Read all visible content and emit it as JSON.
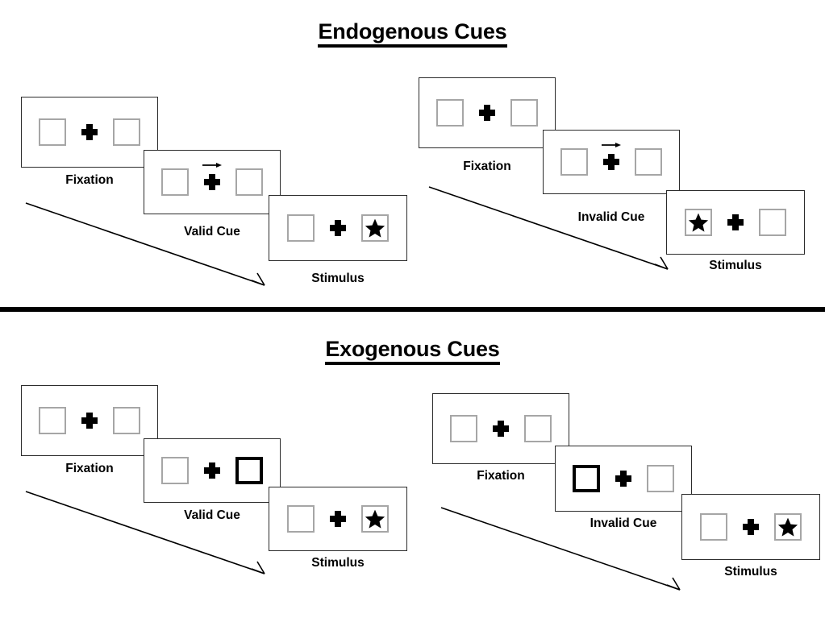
{
  "figure": {
    "title_top": "Endogenous Cues",
    "title_bottom": "Exogenous Cues"
  },
  "sections": [
    {
      "id": "endogenous",
      "title": "Endogenous Cues",
      "sequences": [
        {
          "id": "endogenous-valid",
          "condition": "valid",
          "frames": [
            {
              "caption": "Fixation",
              "left_box": "empty",
              "right_box": "empty",
              "cue": "none",
              "cue_direction": "",
              "target": "none"
            },
            {
              "caption": "Valid Cue",
              "left_box": "empty",
              "right_box": "empty",
              "cue": "arrow",
              "cue_direction": "right",
              "target": "none"
            },
            {
              "caption": "Stimulus",
              "left_box": "empty",
              "right_box": "star",
              "cue": "none",
              "cue_direction": "",
              "target": "right"
            }
          ]
        },
        {
          "id": "endogenous-invalid",
          "condition": "invalid",
          "frames": [
            {
              "caption": "Fixation",
              "left_box": "empty",
              "right_box": "empty",
              "cue": "none",
              "cue_direction": "",
              "target": "none"
            },
            {
              "caption": "Invalid Cue",
              "left_box": "empty",
              "right_box": "empty",
              "cue": "arrow",
              "cue_direction": "right",
              "target": "none"
            },
            {
              "caption": "Stimulus",
              "left_box": "star",
              "right_box": "empty",
              "cue": "none",
              "cue_direction": "",
              "target": "left"
            }
          ]
        }
      ]
    },
    {
      "id": "exogenous",
      "title": "Exogenous Cues",
      "sequences": [
        {
          "id": "exogenous-valid",
          "condition": "valid",
          "frames": [
            {
              "caption": "Fixation",
              "left_box": "empty",
              "right_box": "empty",
              "cue": "none",
              "cue_direction": "",
              "target": "none"
            },
            {
              "caption": "Valid Cue",
              "left_box": "empty",
              "right_box": "highlight",
              "cue": "box",
              "cue_direction": "right",
              "target": "none"
            },
            {
              "caption": "Stimulus",
              "left_box": "empty",
              "right_box": "star",
              "cue": "none",
              "cue_direction": "",
              "target": "right"
            }
          ]
        },
        {
          "id": "exogenous-invalid",
          "condition": "invalid",
          "frames": [
            {
              "caption": "Fixation",
              "left_box": "empty",
              "right_box": "empty",
              "cue": "none",
              "cue_direction": "",
              "target": "none"
            },
            {
              "caption": "Invalid Cue",
              "left_box": "highlight",
              "right_box": "empty",
              "cue": "box",
              "cue_direction": "left",
              "target": "none"
            },
            {
              "caption": "Stimulus",
              "left_box": "empty",
              "right_box": "star",
              "cue": "none",
              "cue_direction": "",
              "target": "right"
            }
          ]
        }
      ]
    }
  ],
  "labels": {
    "fixation": "Fixation",
    "valid_cue": "Valid Cue",
    "invalid_cue": "Invalid Cue",
    "stimulus": "Stimulus"
  },
  "icons": {
    "fixation_cross": "fixation-cross-icon",
    "cue_arrow": "right-arrow-cue-icon",
    "target_star": "star-target-icon",
    "timeline_arrow": "timeline-arrow-icon"
  },
  "colors": {
    "background": "#ffffff",
    "ink": "#000000",
    "panel_border": "#2b2b2b",
    "box_border": "#a6a6a6",
    "cue_border": "#000000",
    "divider": "#000000"
  }
}
